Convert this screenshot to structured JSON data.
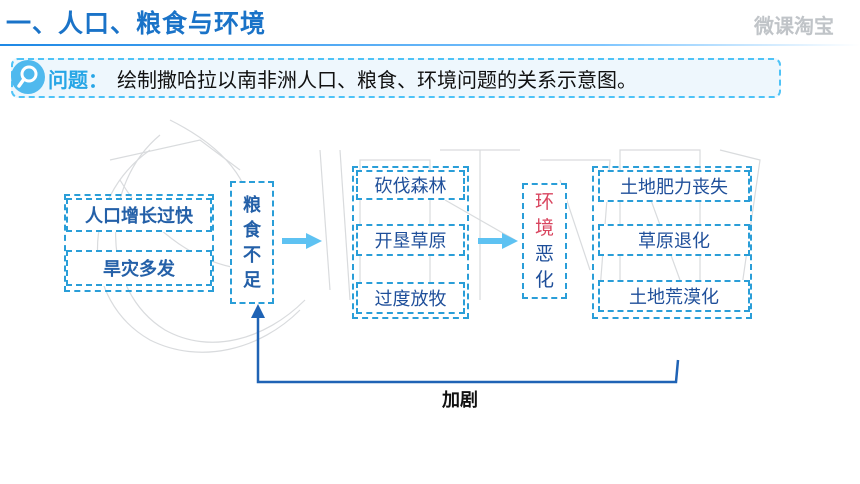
{
  "header": {
    "title": "一、人口、粮食与环境",
    "logo_text": "微课淘宝"
  },
  "question": {
    "label": "问题：",
    "text": "绘制撒哈拉以南非洲人口、粮食、环境问题的关系示意图。"
  },
  "diagram": {
    "causes": [
      "人口增长过快",
      "旱灾多发"
    ],
    "food_shortage": [
      "粮",
      "食",
      "不",
      "足"
    ],
    "actions": [
      "砍伐森林",
      "开垦草原",
      "过度放牧"
    ],
    "environment": [
      "环",
      "境",
      "恶",
      "化"
    ],
    "effects": [
      "土地肥力丧失",
      "草原退化",
      "土地荒漠化"
    ],
    "feedback_label": "加剧"
  },
  "colors": {
    "title": "#1a73c8",
    "box_border": "#2a9ed8",
    "node_text": "#2460a8",
    "highlight": "#d9455f",
    "arrow": "#5ec2f2",
    "feedback_line": "#1f63b5"
  }
}
